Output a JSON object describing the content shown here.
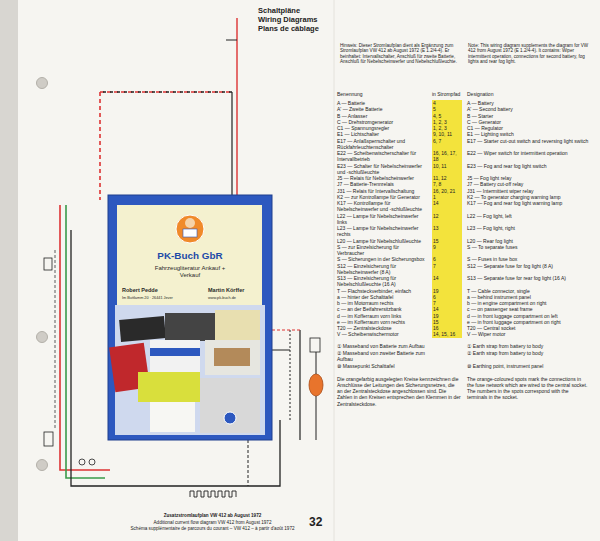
{
  "diagram": {
    "nodes": [
      {
        "text": [
          "PK-Buch GbR",
          "Fahrzeugliteratur Ankauf + Verkauf",
          "Robert Pedde",
          "Martin Körffer",
          "Im Buttlamm 20 · 26441 Jever",
          "www.pk-buch.de"
        ]
      }
    ],
    "labels": [
      "Schaltpläne",
      "Wiring Diagrams",
      "Plans de câblage",
      "Hinweis: Dieser Stromlaufplan dient als Ergänzung zum Stromlaufplan VW 412 ab August 1972 (E 1.2/4-4). Er beinhaltet: Intervallschalter, Anschluß für zweite Batterie, Anschluß für Nebelscheinwerfer und Nebelschlußleuchte.",
      "Note: This wiring diagram supplements the diagram for VW 412 from August 1972 (E 1.2/4-4). It contains: Wiper intermittent operation, connections for second battery, fog lights and rear fog light.",
      "Benennung",
      "in Strompfad",
      "Designation",
      "A — Batterie",
      "4",
      "A — Battery",
      "A' — Zweite Batterie",
      "5",
      "A' — Second battery",
      "B — Anlasser",
      "4, 5",
      "B — Starter",
      "C — Drehstromgenerator",
      "1, 2, 3",
      "C — Generator",
      "C1 — Spannungsregler",
      "1, 2, 3",
      "C1 — Regulator",
      "E1 — Lichtschalter",
      "9, 10, 11",
      "E1 — Lighting switch",
      "E17 — Anlaßsperrschalter und Rückfahrleuchtenschalter",
      "6, 7",
      "E17 — Starter cut-out switch and reversing light switch",
      "E22 — Scheibenwischerschalter für Intervallbetrieb",
      "16, 16, 17, 18",
      "E22 — Wiper switch for intermittent operation",
      "E23 — Schalter für Nebelscheinwerfer und -schlußleuchte",
      "10, 11",
      "E23 — Fog and rear fog light switch",
      "J5 — Relais für Nebelscheinwerfer",
      "11, 12",
      "J5 — Fog light relay",
      "J7 — Batterie-Trennrelais",
      "7, 8",
      "J7 — Battery cut-off relay",
      "J31 — Relais für Intervallschaltung",
      "16, 20, 21",
      "J31 — Intermittent wiper relay",
      "K2 — zur Kontrollampe für Generator",
      "1",
      "K2 — To generator charging warning lamp",
      "K17 — Kontrollampe für Nebelscheinwerfer und -schlußleuchte",
      "14",
      "K17 — Fog and rear fog light warning lamp",
      "L22 — Lampe für Nebelscheinwerfer links",
      "12",
      "L22 — Fog light, left",
      "L23 — Lampe für Nebelscheinwerfer rechts",
      "13",
      "L23 — Fog light, right",
      "L20 — Lampe für Nebelschlußleuchte",
      "15",
      "L20 — Rear fog light",
      "S — zur Einzelsicherung für Verbraucher",
      "9",
      "S — To separate fuses",
      "S — Sicherungen in der Sicherungsbox",
      "6",
      "S — Fuses in fuse box",
      "S12 — Einzelsicherung für Nebelscheinwerfer (8 A)",
      "7",
      "S12 — Separate fuse for fog light (8 A)",
      "S13 — Einzelsicherung für Nebelschlußleuchte (16 A)",
      "14",
      "S13 — Separate fuse for rear fog light (16 A)",
      "T — Flachsteckverbinder, einfach",
      "19",
      "T — Cable connector, single",
      "a — hinter der Schalttafel",
      "6",
      "a — behind instrument panel",
      "b — im Motorraum rechts",
      "7",
      "b — in engine compartment on right",
      "c — an der Beifahrersitzbank",
      "14",
      "c — on passenger seat frame",
      "d — im Kofferraum vorn links",
      "19",
      "d — in front luggage compartment on left",
      "e — im Kofferraum vorn rechts",
      "15",
      "e — in front luggage compartment on right",
      "T20 — Zentralsteckdose",
      "16",
      "T20 — Central socket",
      "V — Scheibenwischermotor",
      "14, 15, 16",
      "V — Wiper motor",
      "① Masseband von Batterie zum Aufbau",
      "① Earth strap from battery to body",
      "② Masseband von zweiter Batterie zum Aufbau",
      "② Earth strap from battery to body",
      "⑩ Massepunkt Schalttafel",
      "⑩ Earthing point, instrument panel",
      "Die orangefarbig ausgelegten Kreise kennzeichnen die Anschlüsse der Leitungen des Sicherungsnetzes, die an der Zentralsteckdose angeschlossen sind. Die Zahlen in den Kreisen entsprechen den Klemmen in der Zentralsteckdose.",
      "The orange-coloured spots mark the connections in the fuse network which are wired to the central socket. The numbers in the spots correspond with the terminals in the socket.",
      "Zusatzstromlaufplan VW 412 ab August 1972",
      "Additional current flow diagram VW 412 from August 1972",
      "Schéma supplémentaire de parcours du courant – VW 412 – à partir d'août 1972",
      "32"
    ]
  }
}
